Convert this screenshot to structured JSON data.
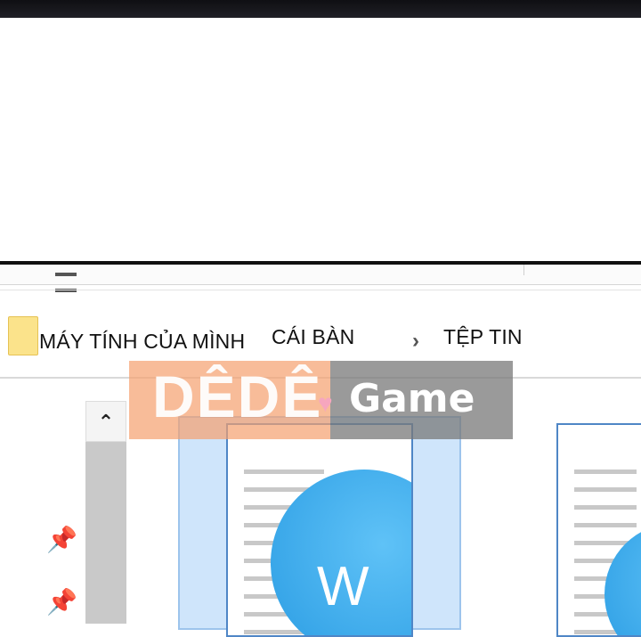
{
  "breadcrumb": {
    "items": [
      "MÁY TÍNH CỦA MÌNH",
      "CÁI BÀN",
      "TỆP TIN"
    ],
    "separator_icon": "chevron-right-icon",
    "folder_icon": "folder-icon"
  },
  "scrollbar": {
    "up_icon": "chevron-up-icon",
    "up_glyph": "⌃"
  },
  "quick_access": {
    "pin_icon": "pin-icon",
    "pin_glyph": "📌"
  },
  "files": [
    {
      "type": "word-document",
      "badge_letter": "W",
      "selected": true
    },
    {
      "type": "word-document",
      "selected": false
    }
  ],
  "watermark": {
    "left": "DÊDÊ",
    "right": "Game",
    "heart": "♥",
    "colors": {
      "left": "#f5a06e",
      "right": "#787878"
    }
  },
  "colors": {
    "selection": "#cfe5fb",
    "word_blue": "#2a9ce3",
    "folder": "#fbe38b"
  }
}
